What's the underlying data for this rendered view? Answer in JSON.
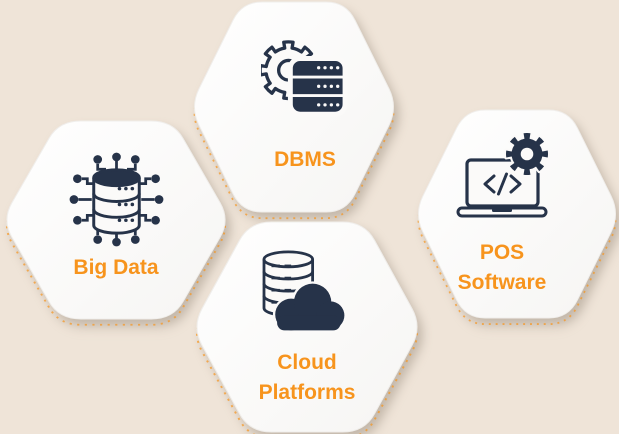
{
  "colors": {
    "background": "#EFE4D8",
    "card_fill": "#FBFAF9",
    "icon_navy": "#263349",
    "label_orange": "#F7941D"
  },
  "cards": [
    {
      "label": "DBMS",
      "icon": "server-gear-icon"
    },
    {
      "label": "Big Data",
      "icon": "database-network-icon"
    },
    {
      "label": "POS Software",
      "icon": "laptop-code-gear-icon"
    },
    {
      "label": "Cloud Platforms",
      "icon": "database-cloud-icon"
    }
  ]
}
